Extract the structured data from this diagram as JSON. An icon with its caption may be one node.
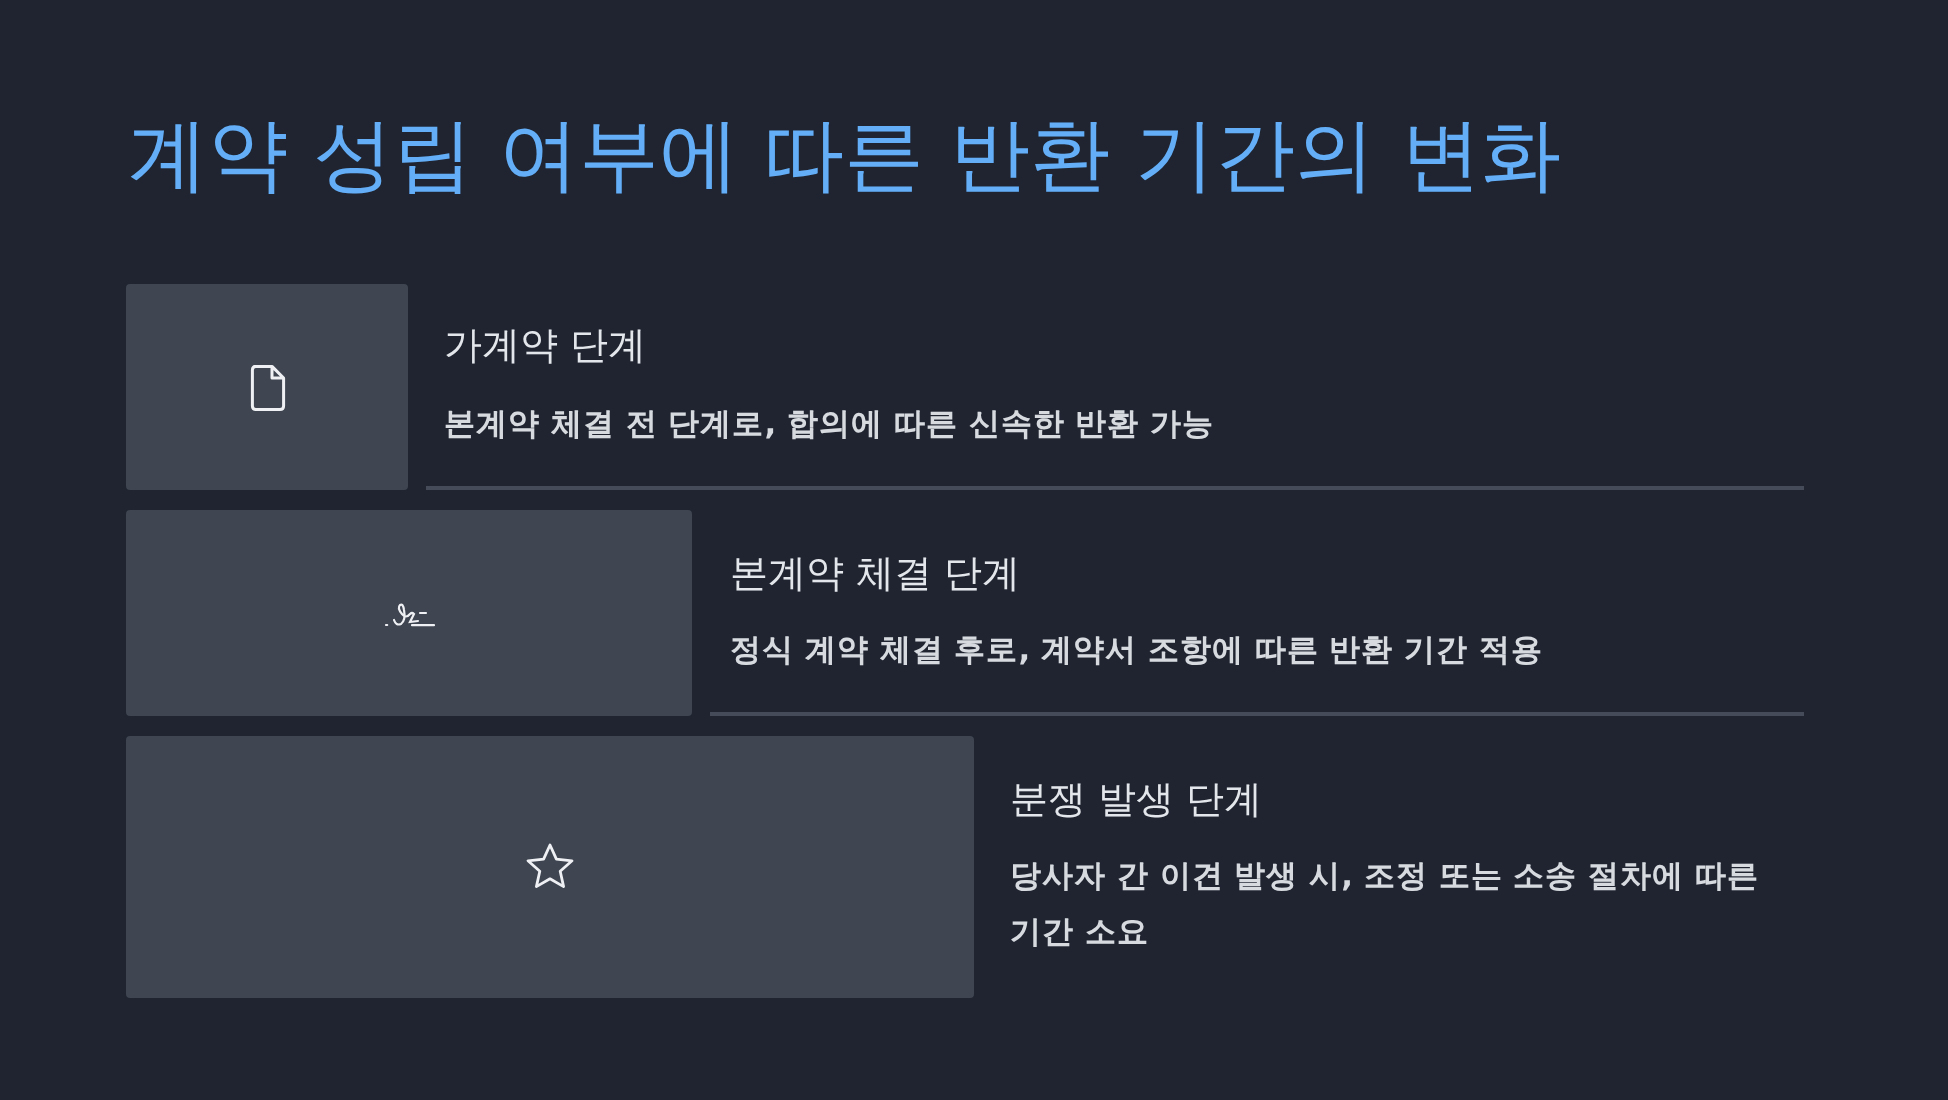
{
  "diagram": {
    "title": "계약 성립 여부에 따른 반환 기간의 변화",
    "labels": [
      "가계약 단계",
      "본계약 체결 전 단계로, 합의에 따른 신속한 반환 가능",
      "본계약 체결 단계",
      "정식 계약 체결 후로, 계약서 조항에 따른 반환 기간 적용",
      "분쟁 발생 단계",
      "당사자 간 이견 발생 시, 조정 또는 소송 절차에 따른 기간 소요"
    ]
  }
}
